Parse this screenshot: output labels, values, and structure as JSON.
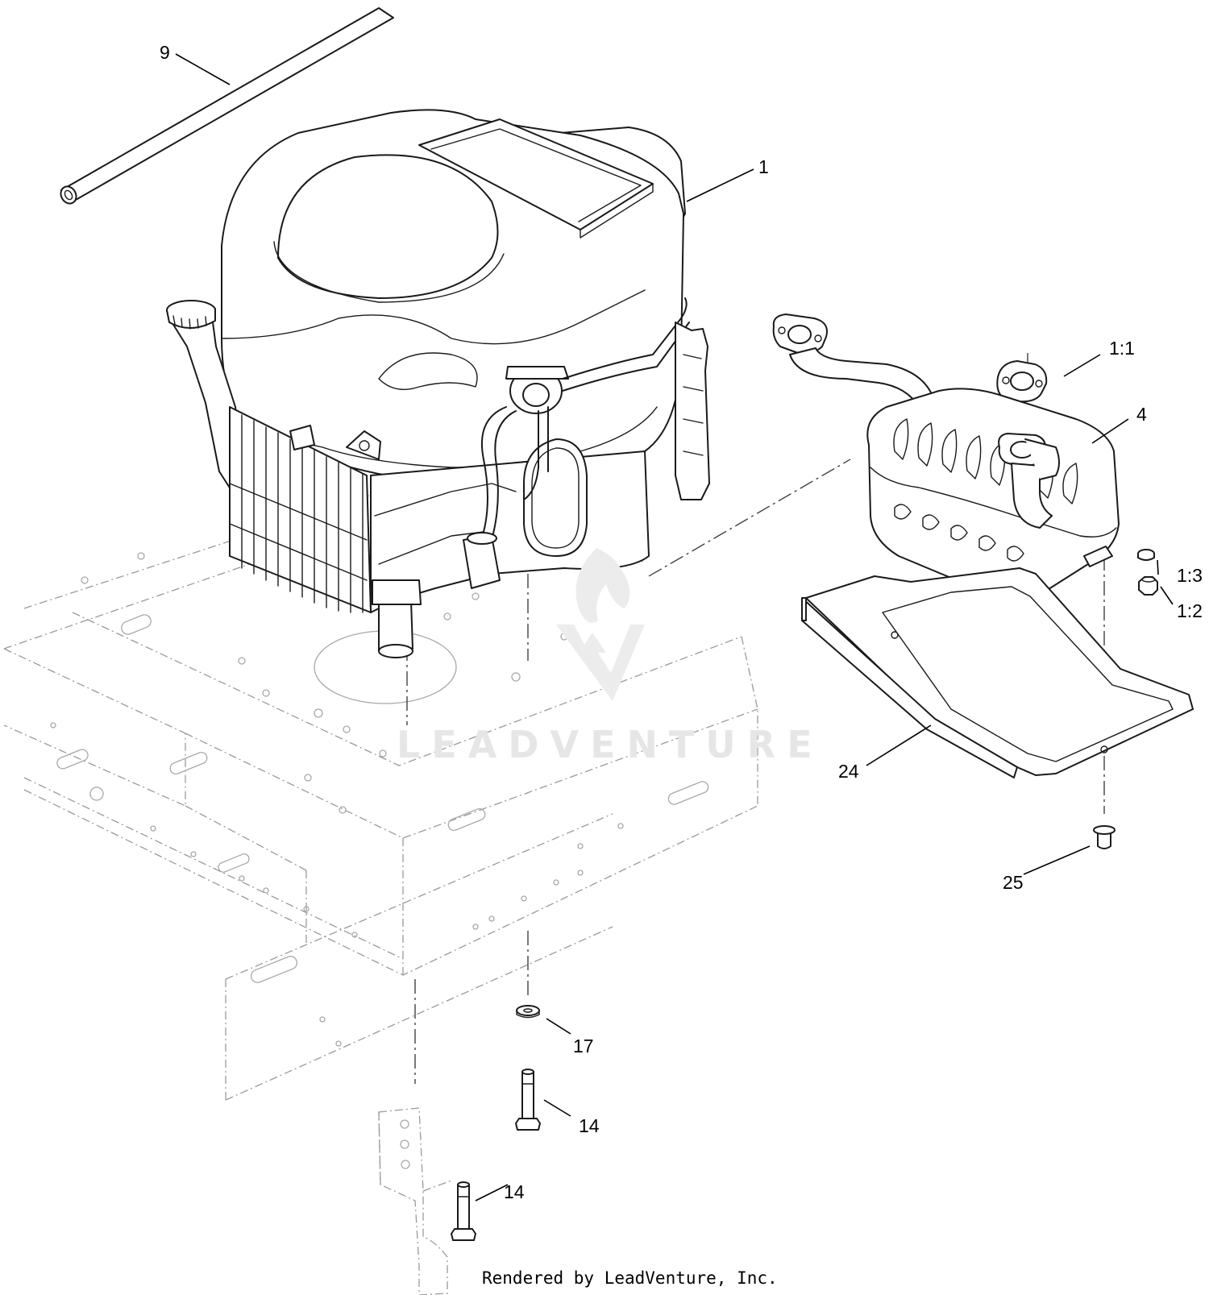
{
  "callouts": [
    {
      "id": "c-9",
      "label": "9"
    },
    {
      "id": "c-1",
      "label": "1"
    },
    {
      "id": "c-1-1",
      "label": "1:1"
    },
    {
      "id": "c-4",
      "label": "4"
    },
    {
      "id": "c-1-3",
      "label": "1:3"
    },
    {
      "id": "c-1-2",
      "label": "1:2"
    },
    {
      "id": "c-24",
      "label": "24"
    },
    {
      "id": "c-25",
      "label": "25"
    },
    {
      "id": "c-17",
      "label": "17"
    },
    {
      "id": "c-14a",
      "label": "14"
    },
    {
      "id": "c-14b",
      "label": "14"
    }
  ],
  "watermark": {
    "text": "LEADVENTURE"
  },
  "footer": {
    "credit": "Rendered by LeadVenture, Inc."
  },
  "colors": {
    "line": "#1a1a1a",
    "ghost": "#9a9a9a",
    "watermark": "#e6e6e6"
  }
}
